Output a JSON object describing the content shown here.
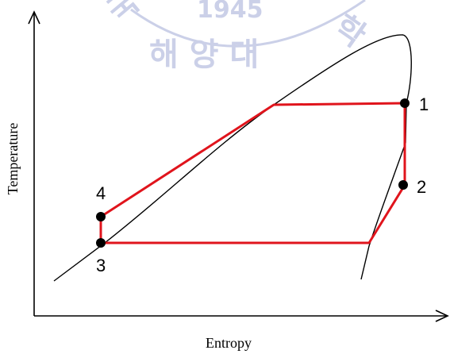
{
  "diagram": {
    "xlabel": "Entropy",
    "ylabel": "Temperature",
    "states": [
      {
        "label": "1"
      },
      {
        "label": "2"
      },
      {
        "label": "3"
      },
      {
        "label": "4"
      }
    ],
    "watermark": {
      "text_year": "1945",
      "text_name": "해 양 대",
      "left_chars": [
        "국",
        "수"
      ],
      "right_char": "학"
    },
    "colors": {
      "cycle": "#e0141c",
      "curve": "#000000",
      "watermark": "#c6cce6"
    }
  }
}
